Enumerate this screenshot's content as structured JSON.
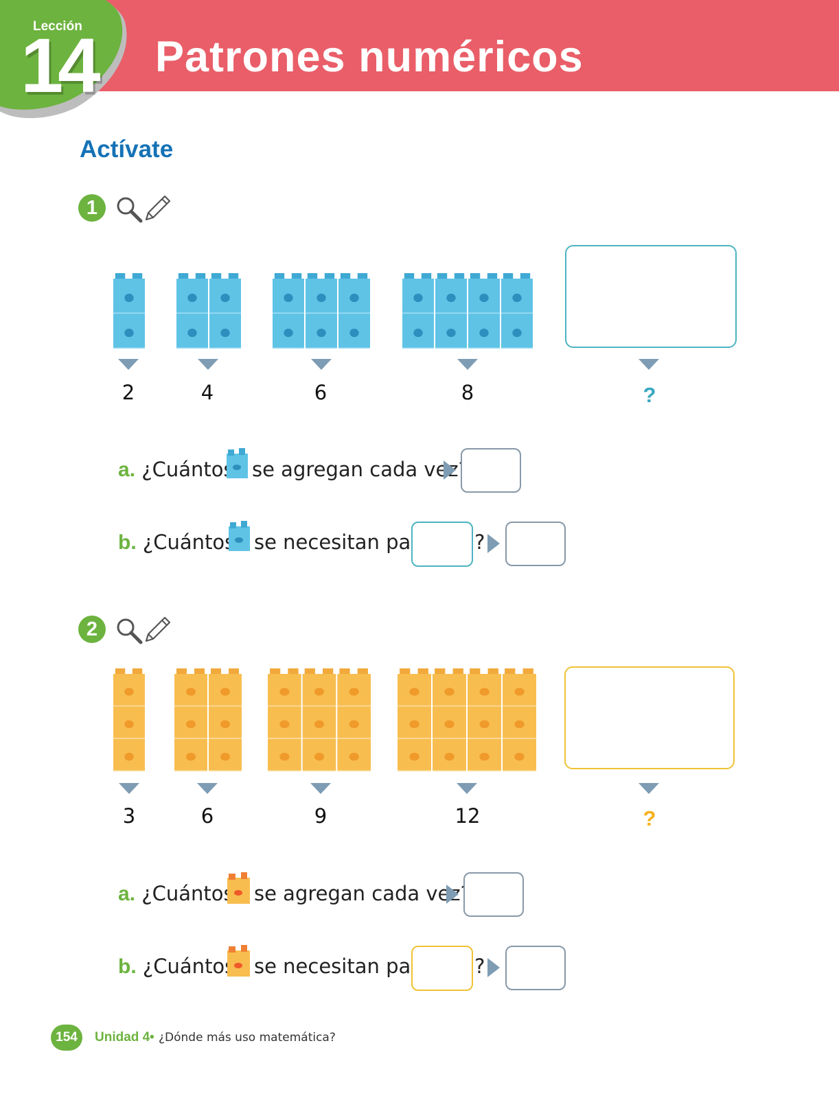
{
  "header": {
    "lesson_label": "Lección",
    "lesson_number": "14",
    "title": "Patrones numéricos"
  },
  "section": "Actívate",
  "colors": {
    "header": "#e95e68",
    "green": "#6db33f",
    "blue_title": "#1572b6",
    "blue_cube": "#5fc3e6",
    "orange_cube": "#f8bd4f",
    "teal_border": "#4bb3c2",
    "yellow_border": "#f0c234"
  },
  "exercises": [
    {
      "number": "1",
      "icons": [
        "magnifier-icon",
        "pencil-icon"
      ],
      "cube_color": "blue",
      "groups": [
        {
          "columns": 1,
          "height": 2,
          "label": "2"
        },
        {
          "columns": 2,
          "height": 2,
          "label": "4"
        },
        {
          "columns": 3,
          "height": 2,
          "label": "6"
        },
        {
          "columns": 4,
          "height": 2,
          "label": "8"
        }
      ],
      "unknown": "?",
      "a": {
        "letter": "a.",
        "before": "¿Cuántos",
        "after": "se agregan cada vez?"
      },
      "b": {
        "letter": "b.",
        "before": "¿Cuántos",
        "after": "se necesitan para",
        "end": "?"
      }
    },
    {
      "number": "2",
      "icons": [
        "magnifier-icon",
        "pencil-icon"
      ],
      "cube_color": "orange",
      "groups": [
        {
          "columns": 1,
          "height": 3,
          "label": "3"
        },
        {
          "columns": 2,
          "height": 3,
          "label": "6"
        },
        {
          "columns": 3,
          "height": 3,
          "label": "9"
        },
        {
          "columns": 4,
          "height": 3,
          "label": "12"
        }
      ],
      "unknown": "?",
      "a": {
        "letter": "a.",
        "before": "¿Cuántos",
        "after": "se agregan cada vez?"
      },
      "b": {
        "letter": "b.",
        "before": "¿Cuántos",
        "after": "se necesitan para",
        "end": "?"
      }
    }
  ],
  "footer": {
    "page": "154",
    "unit": "Unidad 4",
    "separator": "•",
    "text": "¿Dónde más uso matemática?"
  }
}
